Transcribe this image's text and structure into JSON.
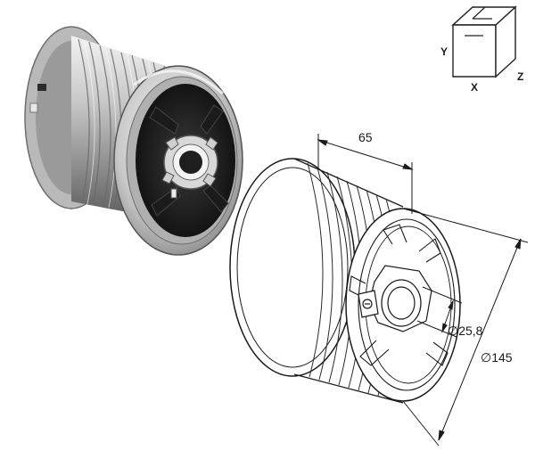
{
  "axes": {
    "x": "X",
    "y": "Y",
    "z": "Z"
  },
  "dimensions": {
    "width": "65",
    "bore_diameter": "∅25,8",
    "outer_diameter": "∅145"
  }
}
